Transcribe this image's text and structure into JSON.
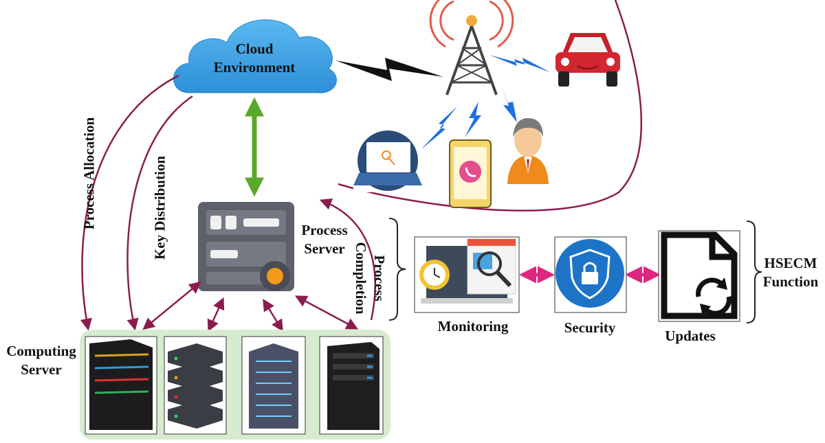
{
  "labels": {
    "cloud_line1": "Cloud",
    "cloud_line2": "Environment",
    "process_server_line1": "Process",
    "process_server_line2": "Server",
    "computing_server_line1": "Computing",
    "computing_server_line2": "Server",
    "process_allocation": "Process Allocation",
    "key_distribution": "Key Distribution",
    "process_completion_line1": "Process",
    "process_completion_line2": "Completion",
    "monitoring": "Monitoring",
    "security": "Security",
    "updates": "Updates",
    "hsecm_line1": "HSECM",
    "hsecm_line2": "Function"
  },
  "colors": {
    "cloud": "#3aa0e6",
    "arrow_purple": "#8b1c4e",
    "arrow_green": "#5aa82a",
    "arrow_pink": "#e0257f",
    "lightning_blue": "#1f6fe0",
    "server_panel": "#d7ebd0"
  }
}
